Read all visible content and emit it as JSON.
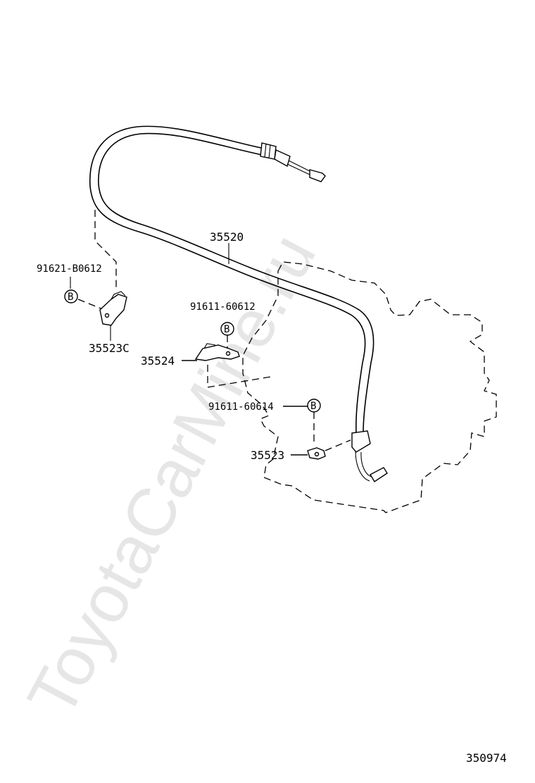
{
  "watermark": "ToyotaCarMine.ru",
  "diagram_id": "350974",
  "callouts": {
    "cable": "35520",
    "clip_upper_bolt": "91621-B0612",
    "clip_upper": "35523C",
    "bracket_bolt": "91611-60612",
    "bracket": "35524",
    "clip_lower_bolt": "91611-60614",
    "clip_lower": "35523"
  },
  "bolt_marker": "B"
}
